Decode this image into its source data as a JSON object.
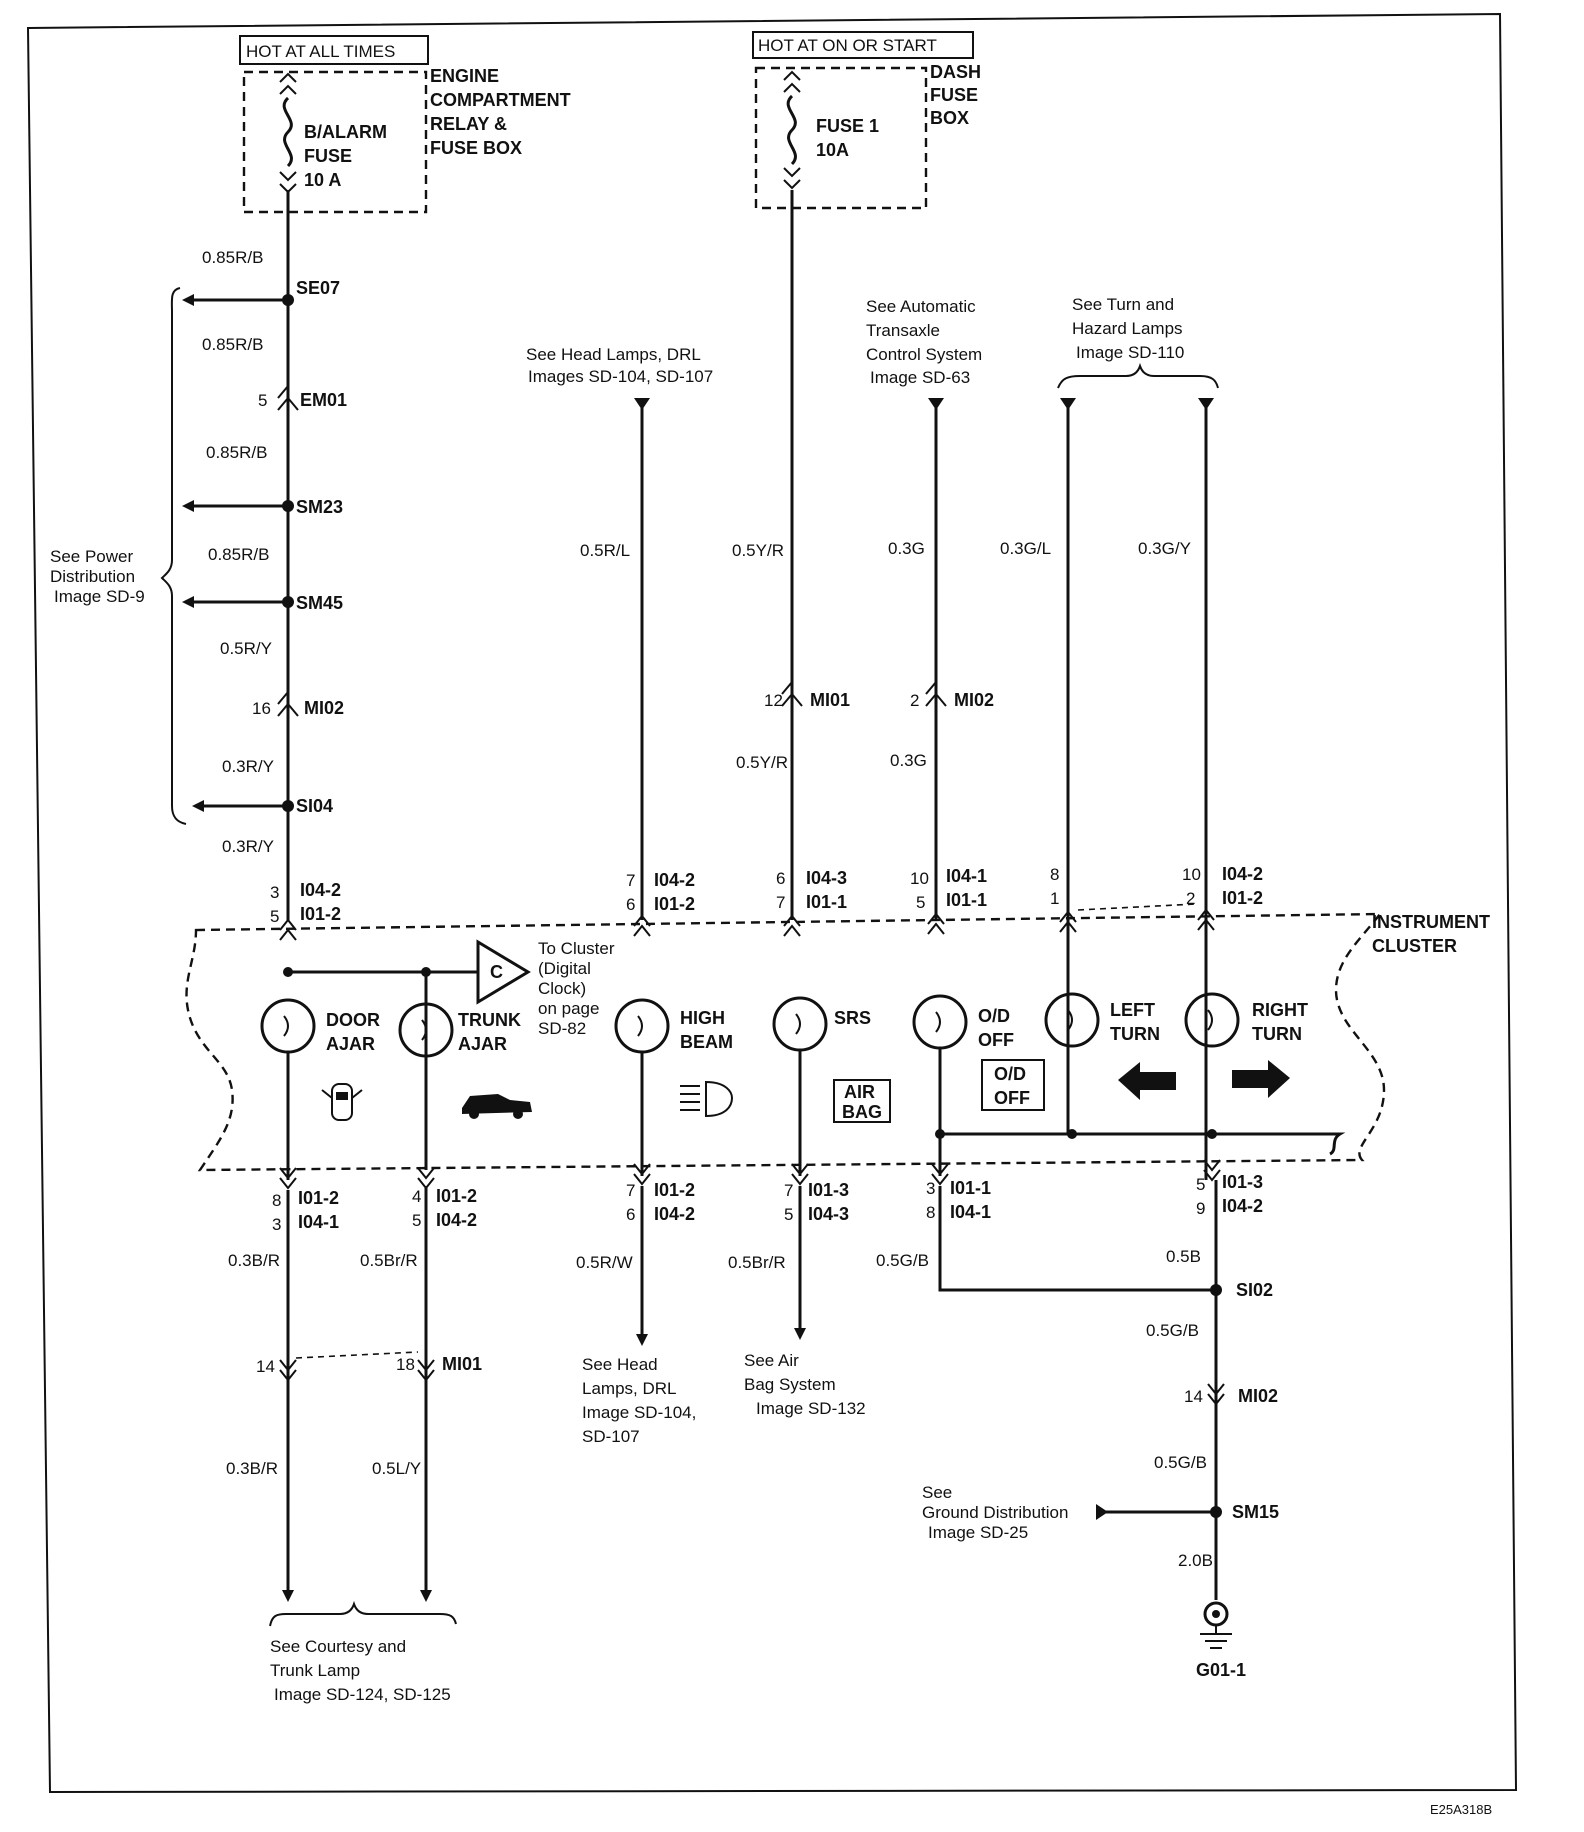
{
  "sources": {
    "hot_all_times": "HOT AT ALL TIMES",
    "hot_on_start": "HOT AT ON OR START",
    "engine_box": [
      "ENGINE",
      "COMPARTMENT",
      "RELAY &",
      "FUSE BOX"
    ],
    "dash_box": [
      "DASH",
      "FUSE",
      "BOX"
    ],
    "alarm_fuse": [
      "B/ALARM",
      "FUSE",
      "10 A"
    ],
    "fuse1": [
      "FUSE 1",
      "10A"
    ]
  },
  "wire_colors": {
    "w1": "0.85R/B",
    "w2": "0.85R/B",
    "w3": "0.85R/B",
    "w4": "0.85R/B",
    "w5": "0.5R/Y",
    "w6": "0.3R/Y",
    "w7": "0.3R/Y",
    "head_in": "0.5R/L",
    "fuse1_a": "0.5Y/R",
    "fuse1_b": "0.5Y/R",
    "at_a": "0.3G",
    "at_b": "0.3G",
    "left_turn": "0.3G/L",
    "right_turn": "0.3G/Y",
    "door_out": "0.3B/R",
    "trunk_out": "0.5Br/R",
    "head_out": "0.5R/W",
    "srs_out": "0.5Br/R",
    "od_out": "0.5G/B",
    "right_out": "0.5B",
    "ground_a": "0.5G/B",
    "ground_b": "0.5G/B",
    "ground_c": "2.0B",
    "door_low": "0.3B/R",
    "trunk_low": "0.5L/Y"
  },
  "splices": {
    "se07": "SE07",
    "sm23": "SM23",
    "sm45": "SM45",
    "si04": "SI04",
    "si02": "SI02",
    "sm15": "SM15"
  },
  "connectors": {
    "em01": "EM01",
    "em01_pin": "5",
    "mi02_left": "MI02",
    "mi02_left_pin": "16",
    "mi01_mid": "MI01",
    "mi01_mid_pin": "12",
    "mi02_mid": "MI02",
    "mi02_mid_pin": "2",
    "mi01_low": "MI01",
    "mi01_low_pin_a": "14",
    "mi01_low_pin_b": "18",
    "mi02_low": "MI02",
    "mi02_low_pin": "14"
  },
  "top_pins": [
    {
      "a_pin": "3",
      "a_conn": "I04-2",
      "b_pin": "5",
      "b_conn": "I01-2"
    },
    {
      "a_pin": "7",
      "a_conn": "I04-2",
      "b_pin": "6",
      "b_conn": "I01-2"
    },
    {
      "a_pin": "6",
      "a_conn": "I04-3",
      "b_pin": "7",
      "b_conn": "I01-1"
    },
    {
      "a_pin": "10",
      "a_conn": "I04-1",
      "b_pin": "5",
      "b_conn": "I01-1"
    },
    {
      "a_pin": "8",
      "b_pin": "1"
    },
    {
      "a_pin": "10",
      "a_conn": "I04-2",
      "b_pin": "2",
      "b_conn": "I01-2"
    }
  ],
  "bottom_pins": [
    {
      "a_pin": "8",
      "a_conn": "I01-2",
      "b_pin": "3",
      "b_conn": "I04-1"
    },
    {
      "a_pin": "4",
      "a_conn": "I01-2",
      "b_pin": "5",
      "b_conn": "I04-2"
    },
    {
      "a_pin": "7",
      "a_conn": "I01-2",
      "b_pin": "6",
      "b_conn": "I04-2"
    },
    {
      "a_pin": "7",
      "a_conn": "I01-3",
      "b_pin": "5",
      "b_conn": "I04-3"
    },
    {
      "a_pin": "3",
      "a_conn": "I01-1",
      "b_pin": "8",
      "b_conn": "I04-1"
    },
    {
      "a_pin": "5",
      "a_conn": "I01-3",
      "b_pin": "9",
      "b_conn": "I04-2"
    }
  ],
  "cluster": {
    "title": [
      "INSTRUMENT",
      "CLUSTER"
    ],
    "door": [
      "DOOR",
      "AJAR"
    ],
    "trunk": [
      "TRUNK",
      "AJAR"
    ],
    "high": [
      "HIGH",
      "BEAM"
    ],
    "srs": "SRS",
    "od": [
      "O/D",
      "OFF"
    ],
    "left": [
      "LEFT",
      "TURN"
    ],
    "right": [
      "RIGHT",
      "TURN"
    ],
    "airbag_badge": [
      "AIR",
      "BAG"
    ],
    "od_badge": [
      "O/D",
      "OFF"
    ],
    "clock_letter": "C",
    "clock_ref": [
      "To Cluster",
      "(Digital",
      "Clock)",
      "on page",
      "SD-82"
    ]
  },
  "references": {
    "power": [
      "See Power",
      "Distribution",
      "Image   SD-9"
    ],
    "head_top": [
      "See Head Lamps, DRL",
      "Images SD-104, SD-107"
    ],
    "at": [
      "See Automatic",
      "Transaxle",
      "Control System",
      "Image   SD-63"
    ],
    "turn": [
      "See Turn  and",
      "Hazard Lamps",
      "Image   SD-110"
    ],
    "courtesy": [
      "See Courtesy and",
      "Trunk Lamp",
      "Image   SD-124, SD-125"
    ],
    "head_bot": [
      "See Head",
      "Lamps, DRL",
      "Image   SD-104,",
      "SD-107"
    ],
    "airbag": [
      "See Air",
      "Bag System",
      "Image   SD-132"
    ],
    "ground": [
      "See",
      "Ground Distribution",
      "Image   SD-25"
    ]
  },
  "ground": "G01-1",
  "figure_id": "E25A318B"
}
